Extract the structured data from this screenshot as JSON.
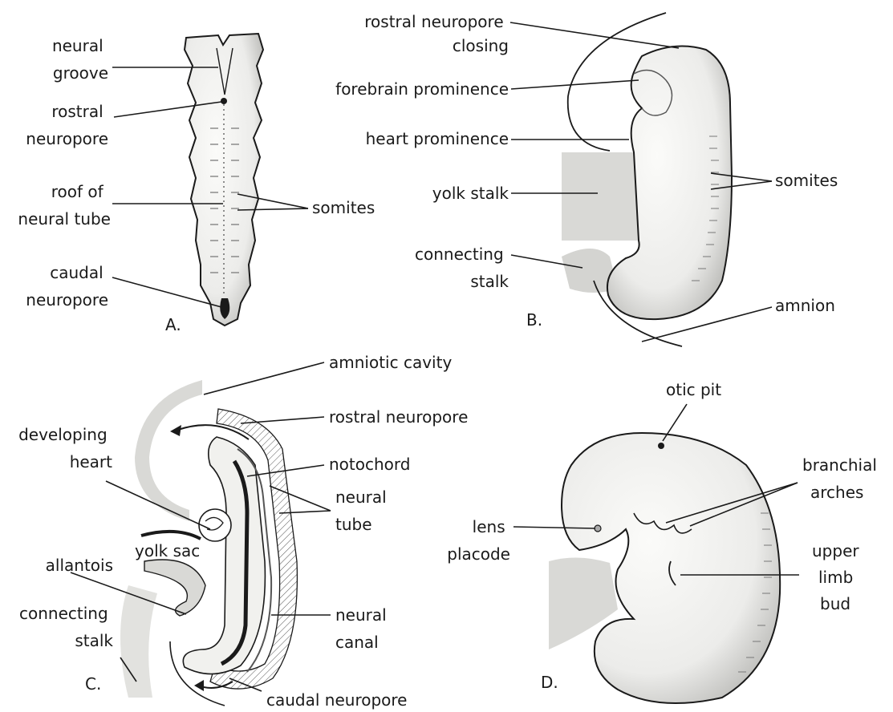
{
  "colors": {
    "ink": "#1a1a1a",
    "tissue": "#f1f1ee",
    "yolk": "#d9d9d6",
    "membrane": "#cfcfcc",
    "background": "#ffffff"
  },
  "panels": {
    "a": {
      "tag": "A.",
      "labels": {
        "neural_groove": [
          "neural",
          "groove"
        ],
        "rostral_neuropore": [
          "rostral",
          "neuropore"
        ],
        "roof_of_neural_tube": [
          "roof of",
          "neural tube"
        ],
        "somites": "somites",
        "caudal_neuropore": [
          "caudal",
          "neuropore"
        ]
      }
    },
    "b": {
      "tag": "B.",
      "labels": {
        "rostral_neuropore_closing": [
          "rostral neuropore",
          "closing"
        ],
        "forebrain_prominence": "forebrain prominence",
        "heart_prominence": "heart prominence",
        "yolk_stalk": "yolk stalk",
        "somites": "somites",
        "connecting_stalk": [
          "connecting",
          "stalk"
        ],
        "amnion": "amnion"
      }
    },
    "c": {
      "tag": "C.",
      "labels": {
        "amniotic_cavity": "amniotic cavity",
        "rostral_neuropore": "rostral neuropore",
        "developing_heart": [
          "developing",
          "heart"
        ],
        "notochord": "notochord",
        "neural_tube": [
          "neural",
          "tube"
        ],
        "yolk_sac": "yolk sac",
        "allantois": "allantois",
        "connecting_stalk": [
          "connecting",
          "stalk"
        ],
        "neural_canal": [
          "neural",
          "canal"
        ],
        "caudal_neuropore": "caudal neuropore"
      }
    },
    "d": {
      "tag": "D.",
      "labels": {
        "otic_pit": "otic pit",
        "branchial_arches": [
          "branchial",
          "arches"
        ],
        "lens_placode": [
          "lens",
          "placode"
        ],
        "upper_limb_bud": [
          "upper",
          "limb",
          "bud"
        ]
      }
    }
  }
}
